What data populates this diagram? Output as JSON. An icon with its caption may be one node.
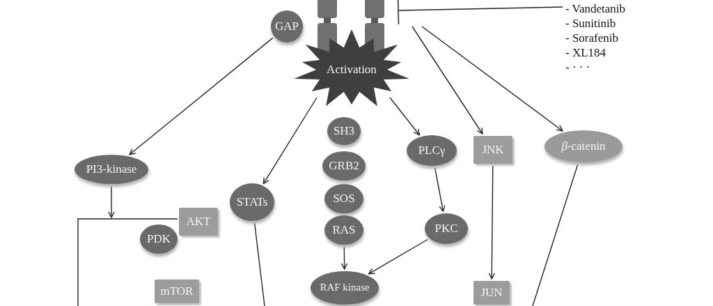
{
  "diagram": {
    "nodes": [
      {
        "text": [
          "GAP"
        ]
      },
      {
        "text": [
          "Activation"
        ]
      },
      {
        "text": [
          "- Vandetanib",
          "- Sunitinib",
          "- Sorafenib",
          "- XL184",
          "- · · ·"
        ]
      },
      {
        "text": [
          "PI3-kinase"
        ]
      },
      {
        "text": [
          "STATs"
        ]
      },
      {
        "text": [
          "SH3"
        ]
      },
      {
        "text": [
          "GRB2"
        ]
      },
      {
        "text": [
          "SOS"
        ]
      },
      {
        "text": [
          "RAS"
        ]
      },
      {
        "text": [
          "PLCγ"
        ]
      },
      {
        "text": [
          "JNK"
        ]
      },
      {
        "text": [
          "*β*-catenin"
        ]
      },
      {
        "text": [
          "AKT"
        ]
      },
      {
        "text": [
          "PDK"
        ]
      },
      {
        "text": [
          "mTOR"
        ]
      },
      {
        "text": [
          "RAF kinase"
        ]
      },
      {
        "text": [
          "PKC"
        ]
      },
      {
        "text": [
          "JUN"
        ]
      },
      {
        "text": [],
        "shape": "bar"
      },
      {
        "text": [],
        "shape": "bar"
      }
    ],
    "edges": [
      {
        "from": 0,
        "to": 3,
        "arrow": "to"
      },
      {
        "from": 1,
        "to": 4,
        "arrow": "to"
      },
      {
        "from": 1,
        "to": 9,
        "arrow": "to"
      },
      {
        "from": null,
        "to": 10,
        "arrow": "to"
      },
      {
        "from": null,
        "to": 11,
        "arrow": "to"
      },
      {
        "from": 3,
        "to": null,
        "arrow": "to"
      },
      {
        "from": 12,
        "to": null,
        "arrow": "none"
      },
      {
        "from": 4,
        "to": null,
        "arrow": "none"
      },
      {
        "from": 8,
        "to": 15,
        "arrow": "to"
      },
      {
        "from": 9,
        "to": 16,
        "arrow": "to"
      },
      {
        "from": 16,
        "to": 15,
        "arrow": "to"
      },
      {
        "from": 10,
        "to": 17,
        "arrow": "to"
      },
      {
        "from": 11,
        "to": null,
        "arrow": "none"
      },
      {
        "from": 2,
        "to": 19,
        "arrow": "other"
      }
    ]
  }
}
